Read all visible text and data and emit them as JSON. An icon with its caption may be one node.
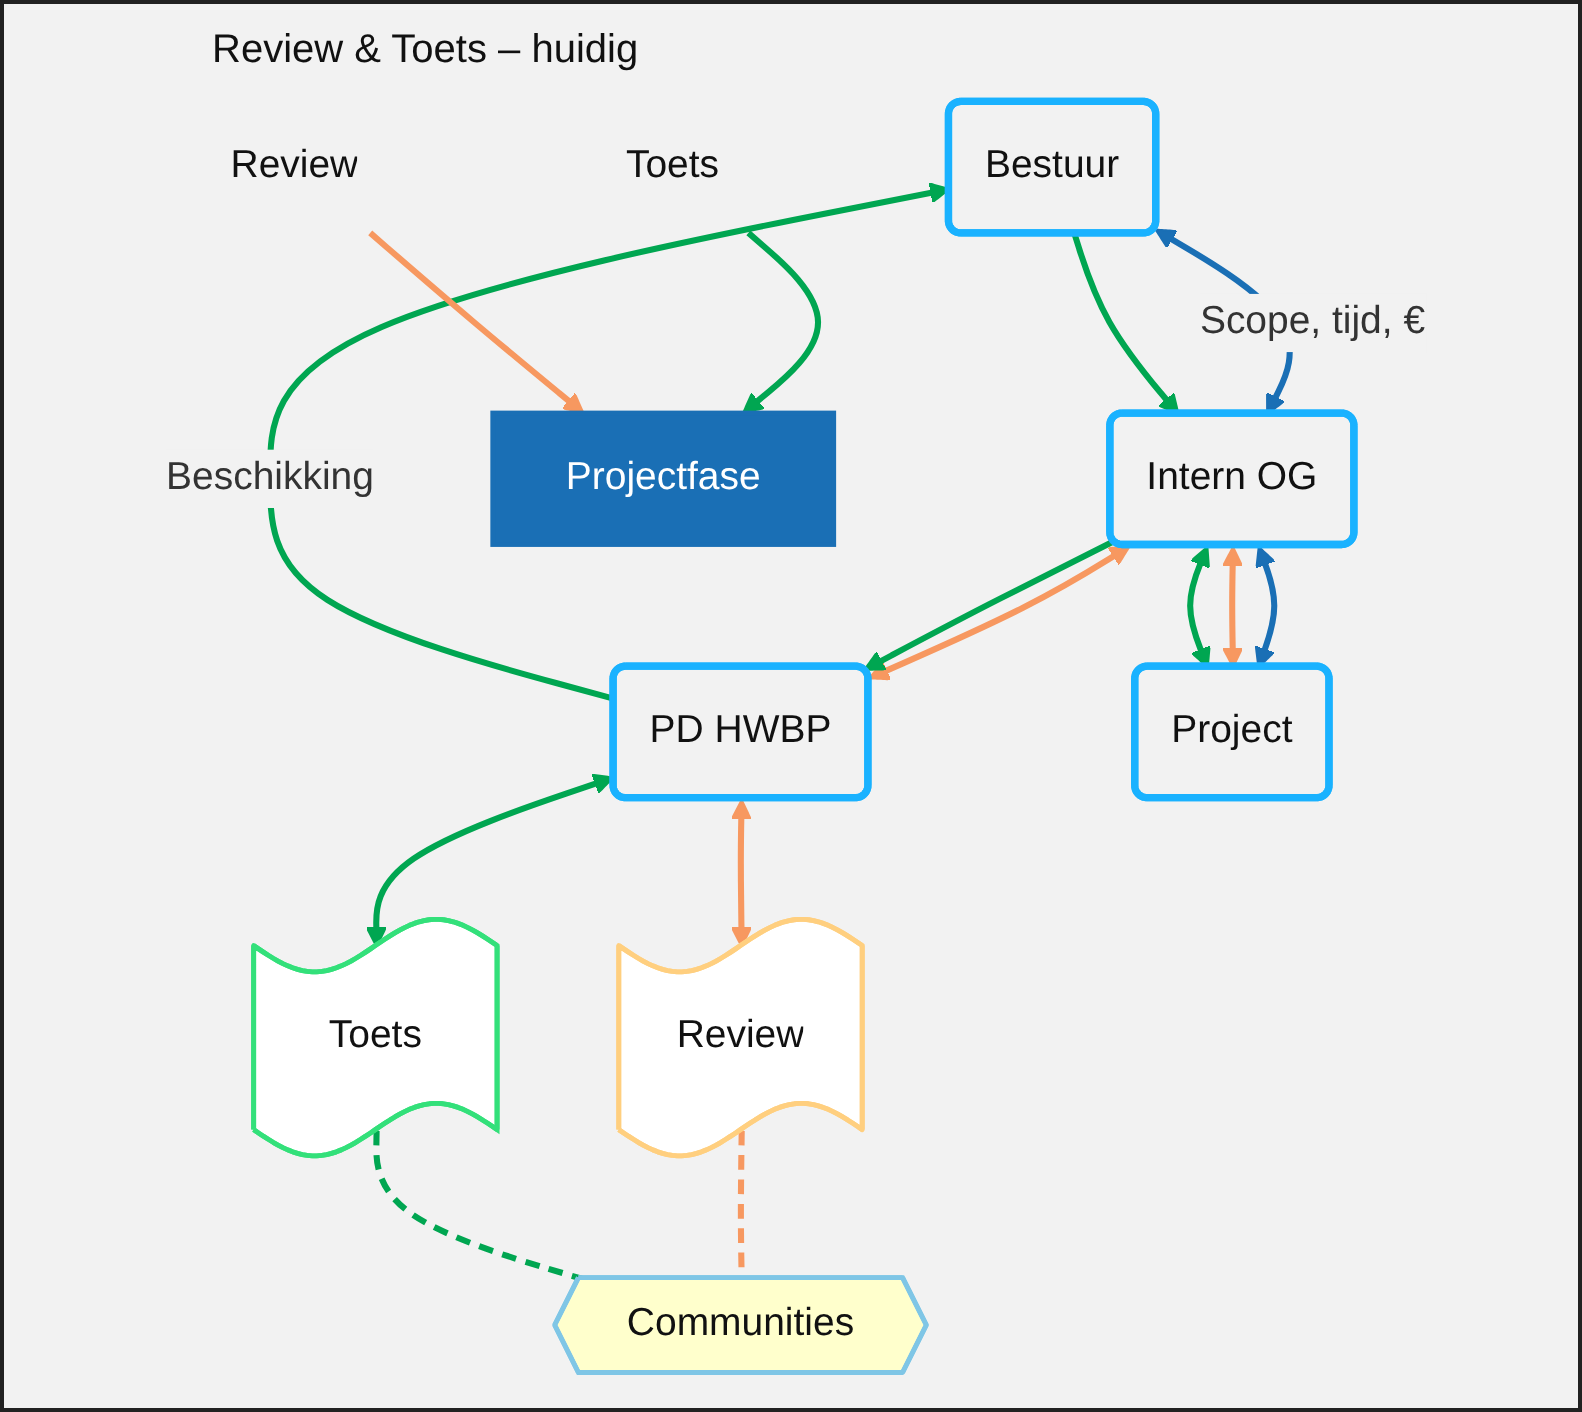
{
  "diagram": {
    "title": "Review & Toets – huidig",
    "nodes": [
      {
        "text": [
          "Bestuur"
        ]
      },
      {
        "text": [
          "Intern OG"
        ]
      },
      {
        "text": [
          "PD HWBP"
        ]
      },
      {
        "text": [
          "Project"
        ]
      },
      {
        "text": [
          "Review"
        ]
      },
      {
        "text": [
          "Toets"
        ]
      },
      {
        "text": [
          "Communities"
        ]
      },
      {
        "text": [
          "Projectfase"
        ]
      },
      {
        "text": [
          "Toets"
        ]
      },
      {
        "text": [
          "Review"
        ]
      }
    ],
    "edges": [
      {
        "from": 0,
        "to": 1,
        "arrow": "both",
        "label": "Scope, tijd, €",
        "color": "#1a6fb5"
      },
      {
        "from": 0,
        "to": 1,
        "arrow": "to"
      },
      {
        "from": 1,
        "to": 2,
        "arrow": "both",
        "color": "#f79860"
      },
      {
        "from": 1,
        "to": 2,
        "arrow": "to"
      },
      {
        "from": 2,
        "to": 0,
        "arrow": "to",
        "label": "Beschikking"
      },
      {
        "from": 1,
        "to": 3,
        "arrow": "both",
        "color": "#1a6fb5"
      },
      {
        "from": 1,
        "to": 3,
        "arrow": "both",
        "color": "#f79860"
      },
      {
        "from": 1,
        "to": 3,
        "arrow": "both"
      },
      {
        "from": 2,
        "to": 4,
        "arrow": "both",
        "color": "#f79860"
      },
      {
        "from": 2,
        "to": 5,
        "arrow": "both"
      },
      {
        "from": 4,
        "to": 6,
        "arrow": "none",
        "style": "dashed",
        "color": "#f79860"
      },
      {
        "from": 5,
        "to": 6,
        "arrow": "none",
        "style": "dashed"
      },
      {
        "from": 8,
        "to": 7,
        "arrow": "to"
      },
      {
        "from": 9,
        "to": 7,
        "arrow": "to",
        "color": "#f79860"
      }
    ]
  }
}
